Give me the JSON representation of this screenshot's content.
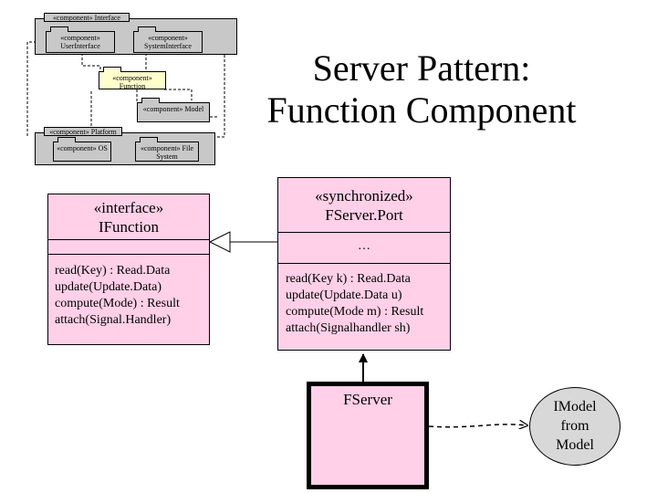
{
  "title": {
    "line1": "Server Pattern:",
    "line2": "Function Component"
  },
  "mini_diagram": {
    "interface_package": "«component» Interface",
    "user_interface": "«component» UserInterface",
    "system_interface": "«component» SystemInterface",
    "function": "«component» Function",
    "model": "«component» Model",
    "platform_package": "«component» Platform",
    "os": "«component» OS",
    "file_system": "«component» File System"
  },
  "ifunction": {
    "stereotype": "«interface»",
    "name": "IFunction",
    "operations": [
      "read(Key) : Read.Data",
      "update(Update.Data)",
      "compute(Mode) : Result",
      "attach(Signal.Handler)"
    ]
  },
  "fserver_port": {
    "stereotype": "«synchronized»",
    "name": "FServer.Port",
    "attributes": "…",
    "operations": [
      "read(Key k) : Read.Data",
      "update(Update.Data u)",
      "compute(Mode m) : Result",
      "attach(Signalhandler sh)"
    ]
  },
  "fserver": {
    "name": "FServer"
  },
  "imodel": {
    "line1": "IModel",
    "line2": "from",
    "line3": "Model"
  },
  "colors": {
    "class_fill": "#ffd0e8",
    "mini_highlight": "#ffffcc",
    "package_fill": "#c8c8c8",
    "imodel_fill": "#d8d8d8"
  }
}
